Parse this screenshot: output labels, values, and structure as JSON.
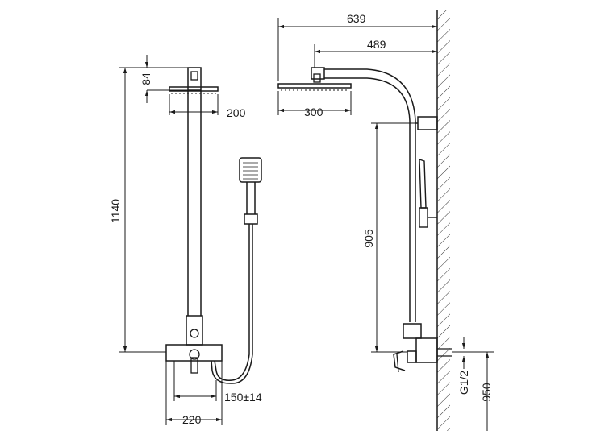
{
  "dimensions": {
    "overall_projection": "639",
    "arm_projection": "489",
    "head_height": "84",
    "head_width_front": "200",
    "head_width_side": "300",
    "total_height": "1140",
    "mixer_to_top": "905",
    "hose_spacing": "150±14",
    "mixer_width": "220",
    "inlet_thread": "G1/2",
    "floor_to_inlet": "950"
  }
}
